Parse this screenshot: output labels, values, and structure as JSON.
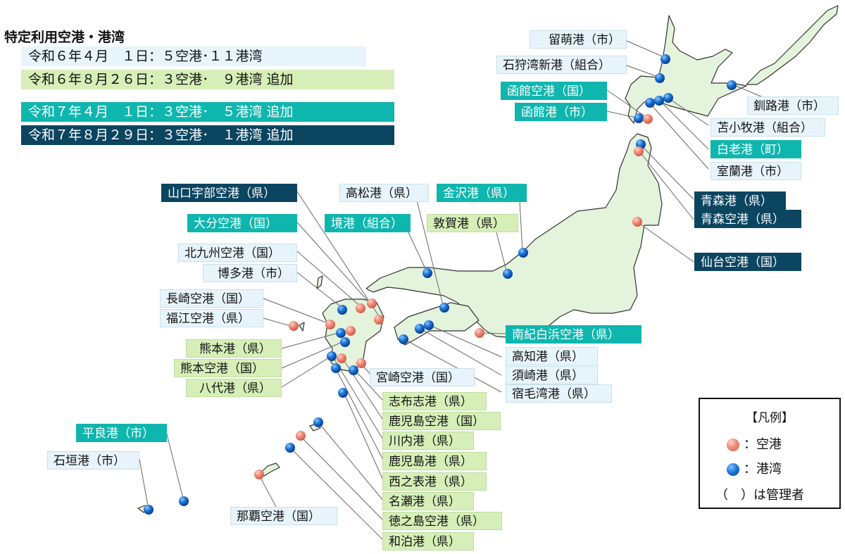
{
  "title": "特定利用空港・港湾",
  "phases": [
    {
      "text": "令和６年４月　１日：５空港･１１港湾",
      "color": "#e8f4fb"
    },
    {
      "text": "令和６年８月２６日：３空港･　９港湾 追加",
      "color": "#d6efb8"
    },
    {
      "text": "令和７年４月　１日：３空港･　５港湾 追加",
      "color": "#0fb6ae"
    },
    {
      "text": "令和７年８月２９日：３空港･　１港湾 追加",
      "color": "#0b4560"
    }
  ],
  "labels": {
    "rumoi": "留萌港（市）",
    "ishikari": "石狩湾新港（組合）",
    "hakodate_airport": "函館空港（国）",
    "hakodate_port": "函館港（市）",
    "kushiro": "釧路港（市）",
    "tomakomai": "苫小牧港（組合）",
    "shiraoi": "白老港（町）",
    "muroran": "室蘭港（市）",
    "aomori_port": "青森港（県）",
    "aomori_airport": "青森空港（県）",
    "sendai_airport": "仙台空港（国）",
    "yamaguchi_ube_airport": "山口宇部空港（県）",
    "takamatsu": "高松港（県）",
    "kanazawa": "金沢港（県）",
    "oita_airport": "大分空港（国）",
    "sakai": "境港（組合）",
    "tsuruga": "敦賀港（県）",
    "kitakyushu_airport": "北九州空港（国）",
    "hakata": "博多港（市）",
    "nagasaki_airport": "長崎空港（国）",
    "fukue_airport": "福江空港（県）",
    "kumamoto_port": "熊本港（県）",
    "kumamoto_airport": "熊本空港（国）",
    "yatsushiro": "八代港（県）",
    "nanki_shirahama_airport": "南紀白浜空港（県）",
    "kochi": "高知港（県）",
    "susaki": "須崎港（県）",
    "sukumo": "宿毛湾港（県）",
    "miyazaki_airport": "宮崎空港（国）",
    "shibushi": "志布志港（県）",
    "kagoshima_airport": "鹿児島空港（国）",
    "sendai_kagoshima": "川内港（県）",
    "kagoshima_port": "鹿児島港（県）",
    "nishinoomote": "西之表港（県）",
    "naze": "名瀬港（県）",
    "tokunoshima_airport": "徳之島空港（県）",
    "wadomari": "和泊港（県）",
    "naha_airport": "那覇空港（国）",
    "hirara": "平良港（市）",
    "ishigaki": "石垣港（市）"
  },
  "legend": {
    "title": "【凡例】",
    "airport": "：空港",
    "port": "：港湾",
    "note": "（　）は管理者",
    "airport_color": "#f08a78",
    "port_color": "#1a73d6"
  }
}
